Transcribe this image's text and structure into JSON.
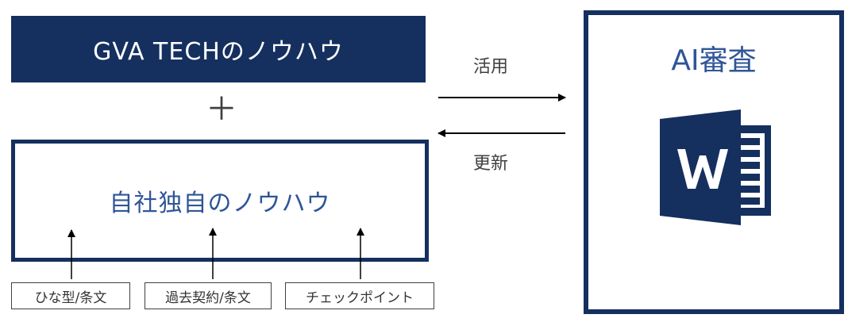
{
  "left": {
    "top_box_text": "GVA TECHのノウハウ",
    "plus_sign": "＋",
    "own_box_text": "自社独自のノウハウ",
    "sources": [
      "ひな型/条文",
      "過去契約/条文",
      "チェックポイント"
    ]
  },
  "arrows": {
    "to_right_label": "活用",
    "to_left_label": "更新"
  },
  "right": {
    "title": "AI審査",
    "icon": "word-document-icon"
  },
  "colors": {
    "navy": "#15305f",
    "blue_text": "#2f5597",
    "dark_text": "#404040"
  }
}
